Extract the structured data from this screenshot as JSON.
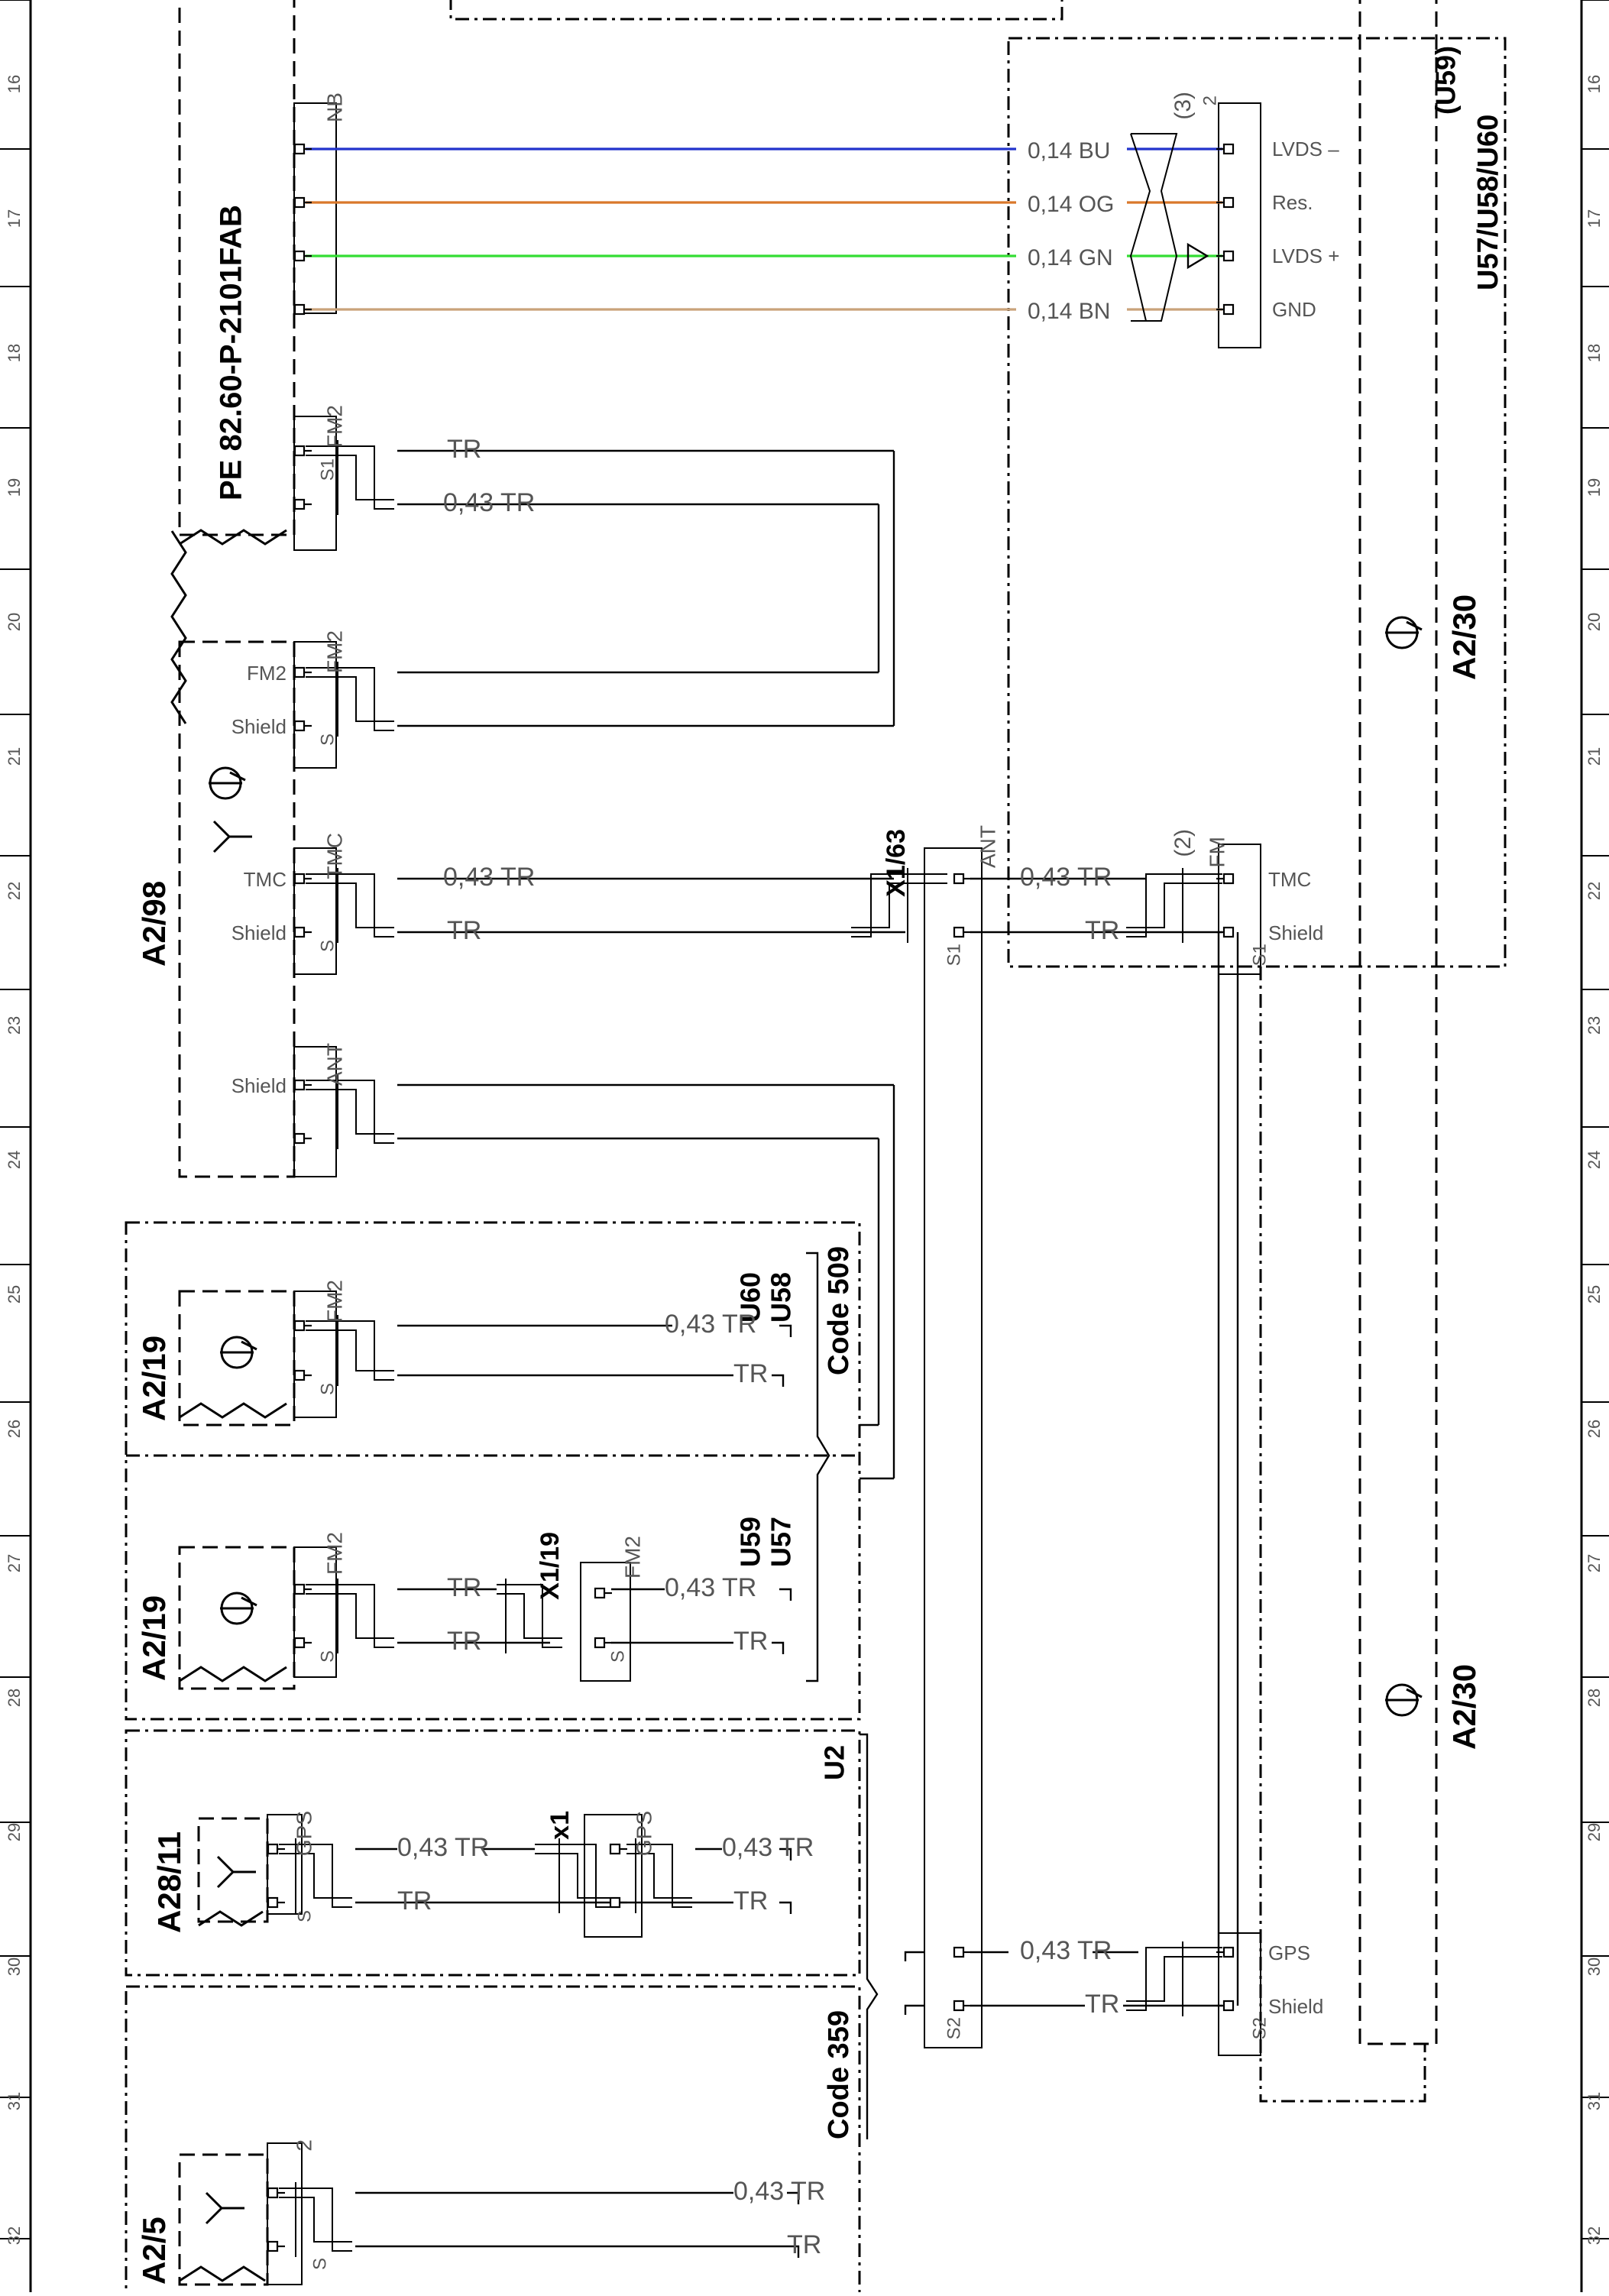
{
  "scale": {
    "row_numbers": [
      "16",
      "17",
      "18",
      "19",
      "20",
      "21",
      "22",
      "23",
      "24",
      "25",
      "26",
      "27",
      "28",
      "29",
      "30",
      "31",
      "32"
    ]
  },
  "connectors": {
    "nb": "NB",
    "fm2": "FM2",
    "tmc": "TMC",
    "ant": "ANT",
    "gps": "GPS",
    "fm": "FM",
    "x1_63": "X1/63",
    "x1_19": "X1/19",
    "x1": "x1",
    "paren2": "(2)",
    "paren3": "(3)",
    "two": "2",
    "s": "S",
    "s1": "S1",
    "s2": "S2"
  },
  "components": {
    "a2_98": "A2/98",
    "a2_30": "A2/30",
    "a2_19": "A2/19",
    "a28_11": "A28/11",
    "a2_5": "A2/5",
    "pe_ref": "PE 82.60-P-2101FAB"
  },
  "pins": {
    "fm2": "FM2",
    "shield": "Shield",
    "tmc": "TMC",
    "lvds_minus": "LVDS –",
    "res": "Res.",
    "lvds_plus": "LVDS +",
    "gnd": "GND",
    "gps": "GPS"
  },
  "codes": {
    "u57_u58_u60": "U57/U58/U60",
    "u59_paren": "(U59)",
    "u58": "U58",
    "u60": "U60",
    "u57": "U57",
    "u59": "U59",
    "u2": "U2",
    "code_509": "Code 509",
    "code_359": "Code 359"
  },
  "wires": {
    "w014_bu": "0,14 BU",
    "w014_og": "0,14 OG",
    "w014_gn": "0,14 GN",
    "w014_bn": "0,14 BN",
    "tr": "TR",
    "w043_tr": "0,43 TR"
  },
  "colors": {
    "bu": "#2233cc",
    "og": "#d9782a",
    "gn": "#33dd33",
    "bn": "#c9a27a",
    "line": "#000000",
    "label": "#555555"
  }
}
